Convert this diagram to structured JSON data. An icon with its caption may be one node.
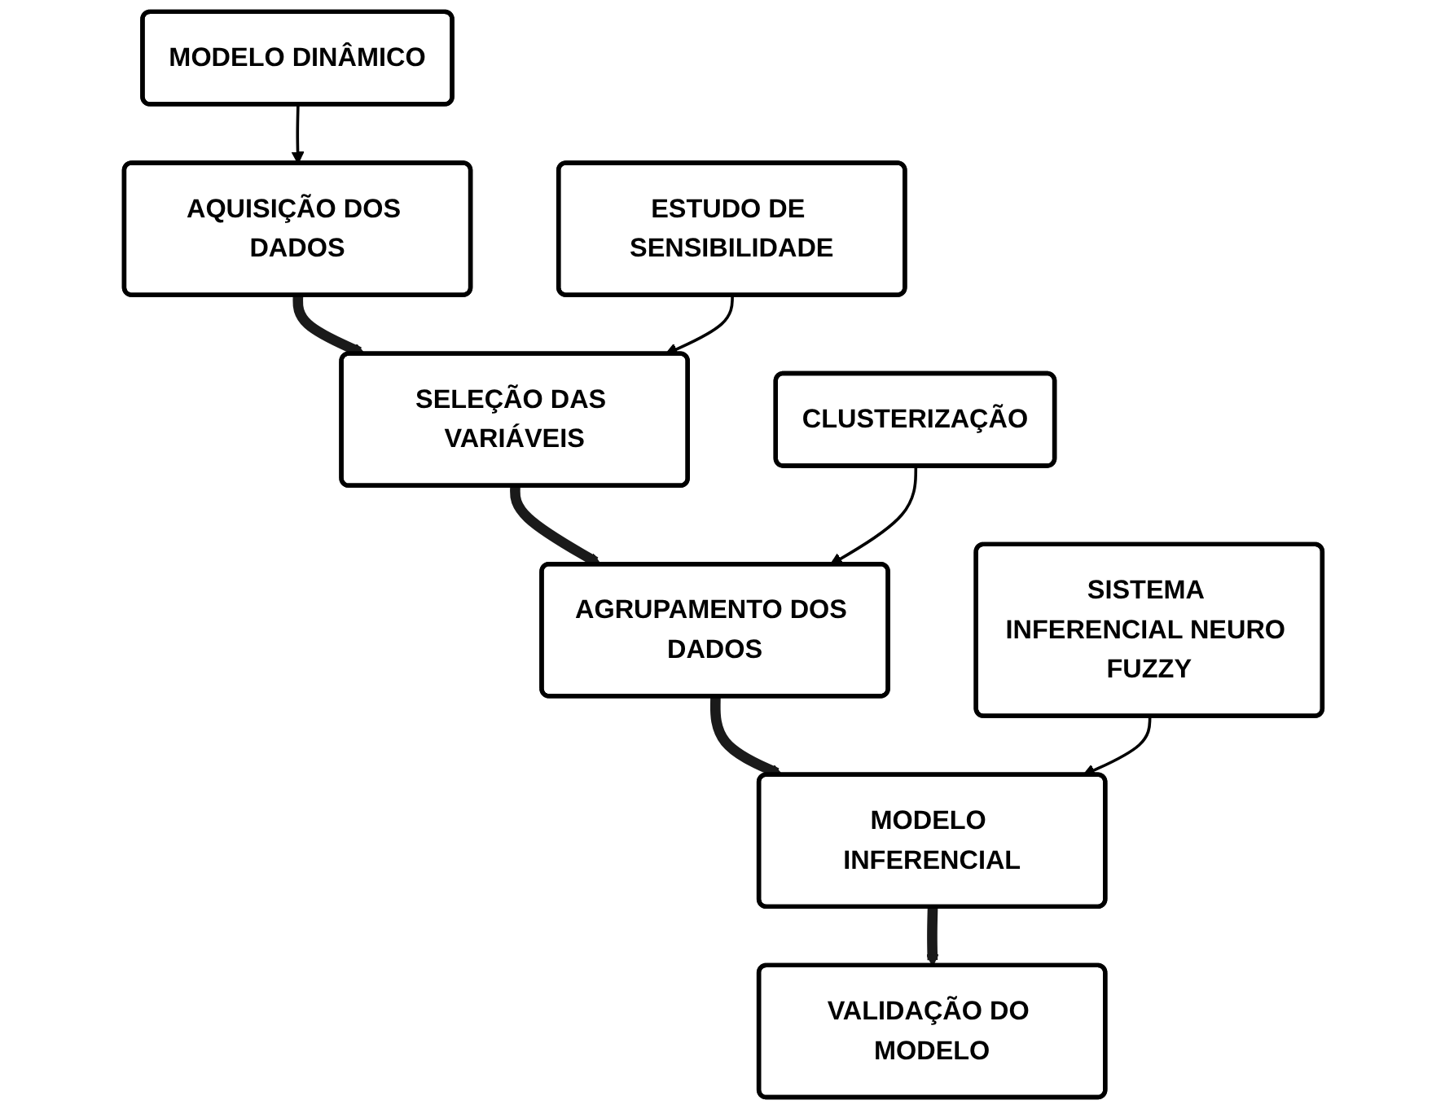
{
  "diagram": {
    "nodes": [
      {
        "text": [
          "AQUISIÇÃO DOS DADOS"
        ]
      },
      {
        "text": [
          "MODELO DINÂMICO"
        ]
      },
      {
        "text": [
          "SELEÇÃO DAS VARIÁVEIS"
        ]
      },
      {
        "text": [
          "ESTUDO DE SENSIBILIDADE"
        ]
      },
      {
        "text": [
          "AGRUPAMENTO DOS DADOS"
        ]
      },
      {
        "text": [
          "CLUSTERIZAÇÃO"
        ]
      },
      {
        "text": [
          "MODELO INFERENCIAL"
        ]
      },
      {
        "text": [
          "SISTEMA INFERENCIAL NEURO FUZZY"
        ]
      },
      {
        "text": [
          "VALIDAÇÃO DO MODELO"
        ]
      }
    ],
    "edges": [
      {
        "from": 1,
        "to": 0,
        "arrow": "to"
      },
      {
        "from": 0,
        "to": 2,
        "arrow": "to",
        "style": "thick",
        "color": "#1a1a1a"
      },
      {
        "from": 3,
        "to": 2,
        "arrow": "to"
      },
      {
        "from": 2,
        "to": 4,
        "arrow": "to",
        "style": "thick",
        "color": "#1a1a1a"
      },
      {
        "from": 5,
        "to": 4,
        "arrow": "to"
      },
      {
        "from": 4,
        "to": 6,
        "arrow": "to",
        "style": "thick",
        "color": "#1a1a1a"
      },
      {
        "from": 7,
        "to": 6,
        "arrow": "to"
      },
      {
        "from": 6,
        "to": 8,
        "arrow": "to",
        "style": "thick",
        "color": "#1a1a1a"
      }
    ]
  }
}
